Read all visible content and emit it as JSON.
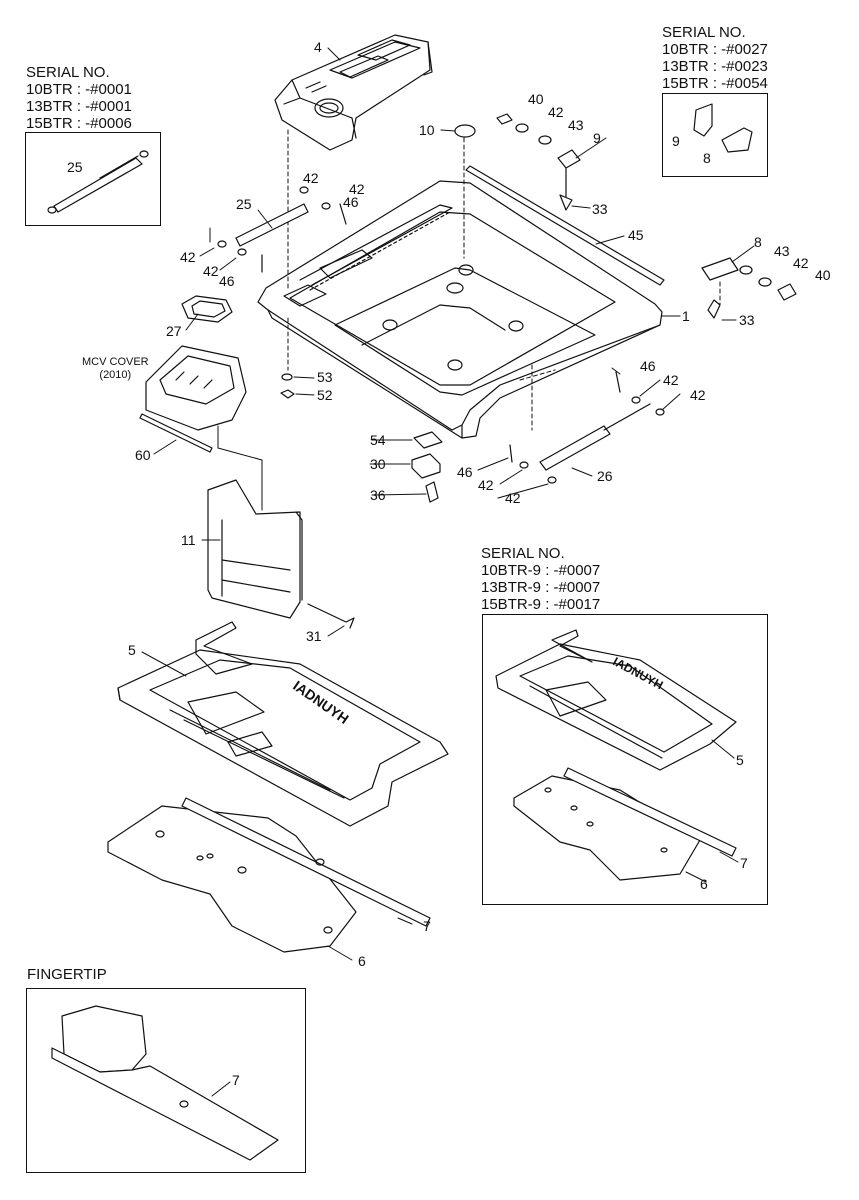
{
  "serial_blocks": {
    "left": {
      "title": "SERIAL NO.",
      "lines": [
        "10BTR : -#0001",
        "13BTR : -#0001",
        "15BTR : -#0006"
      ]
    },
    "right": {
      "title": "SERIAL NO.",
      "lines": [
        "10BTR : -#0027",
        "13BTR : -#0023",
        "15BTR : -#0054"
      ]
    },
    "lower": {
      "title": "SERIAL NO.",
      "lines": [
        "10BTR-9 : -#0007",
        "13BTR-9 : -#0007",
        "15BTR-9 : -#0017"
      ]
    }
  },
  "mcv_cover": {
    "line1": "MCV COVER",
    "line2": "(2010)"
  },
  "fingertip_caption": "FINGERTIP",
  "callouts": {
    "n1": "1",
    "n4": "4",
    "n5": "5",
    "n6": "6",
    "n7": "7",
    "n8": "8",
    "n9": "9",
    "n10": "10",
    "n11": "11",
    "n25": "25",
    "n26": "26",
    "n27": "27",
    "n30": "30",
    "n31": "31",
    "n33": "33",
    "n36": "36",
    "n40": "40",
    "n42": "42",
    "n43": "43",
    "n45": "45",
    "n46": "46",
    "n52": "52",
    "n53": "53",
    "n54": "54",
    "n60": "60"
  }
}
